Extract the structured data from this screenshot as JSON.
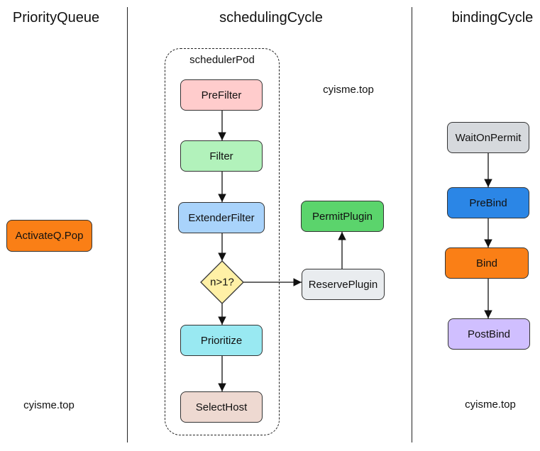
{
  "columns": {
    "left": {
      "title": "PriorityQueue",
      "watermark": "cyisme.top"
    },
    "middle": {
      "title": "schedulingCycle",
      "watermark": "cyisme.top"
    },
    "right": {
      "title": "bindingCycle",
      "watermark": "cyisme.top"
    }
  },
  "group": {
    "label": "schedulerPod"
  },
  "nodes": {
    "activate": {
      "label": "ActivateQ.Pop",
      "color": "#fa7f16"
    },
    "prefilter": {
      "label": "PreFilter",
      "color": "#ffcccc"
    },
    "filter": {
      "label": "Filter",
      "color": "#b2f2bb"
    },
    "extender": {
      "label": "ExtenderFilter",
      "color": "#a9d3fb"
    },
    "decision": {
      "label": "n>1?",
      "color": "#fff0a6"
    },
    "prioritize": {
      "label": "Prioritize",
      "color": "#99e9f2"
    },
    "selecthost": {
      "label": "SelectHost",
      "color": "#eed9d1"
    },
    "reserve": {
      "label": "ReservePlugin",
      "color": "#e9ecef"
    },
    "permit": {
      "label": "PermitPlugin",
      "color": "#5bd46c"
    },
    "waitonpermit": {
      "label": "WaitOnPermit",
      "color": "#d6d9dd"
    },
    "prebind": {
      "label": "PreBind",
      "color": "#2b86e6"
    },
    "bind": {
      "label": "Bind",
      "color": "#fa7f16"
    },
    "postbind": {
      "label": "PostBind",
      "color": "#d0bfff"
    }
  },
  "edges": [
    {
      "from": "prefilter",
      "to": "filter"
    },
    {
      "from": "filter",
      "to": "extender"
    },
    {
      "from": "extender",
      "to": "decision"
    },
    {
      "from": "decision",
      "to": "prioritize"
    },
    {
      "from": "decision",
      "to": "reserve"
    },
    {
      "from": "prioritize",
      "to": "selecthost"
    },
    {
      "from": "reserve",
      "to": "permit"
    },
    {
      "from": "waitonpermit",
      "to": "prebind"
    },
    {
      "from": "prebind",
      "to": "bind"
    },
    {
      "from": "bind",
      "to": "postbind"
    }
  ]
}
